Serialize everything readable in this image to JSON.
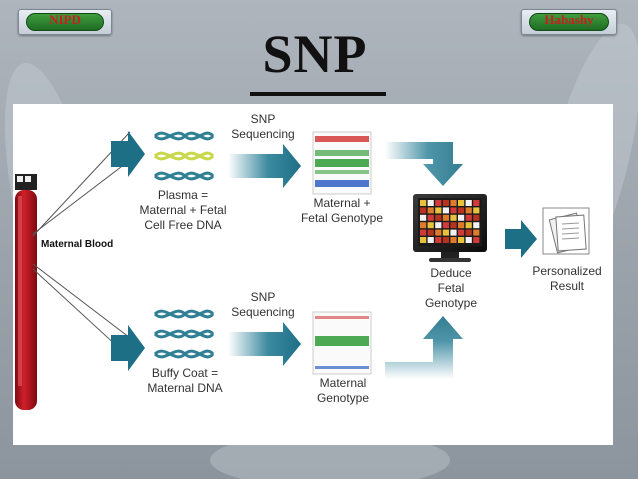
{
  "header": {
    "left_badge": "NIPD",
    "right_badge": "Habashy",
    "title": "SNP"
  },
  "diagram": {
    "maternal_blood": "Maternal Blood",
    "top": {
      "sequencing_line1": "SNP",
      "sequencing_line2": "Sequencing",
      "source_line1": "Plasma =",
      "source_line2": "Maternal + Fetal",
      "source_line3": "Cell Free DNA",
      "genotype_line1": "Maternal +",
      "genotype_line2": "Fetal Genotype"
    },
    "bottom": {
      "sequencing_line1": "SNP",
      "sequencing_line2": "Sequencing",
      "source_line1": "Buffy Coat =",
      "source_line2": "Maternal DNA",
      "genotype_line1": "Maternal",
      "genotype_line2": "Genotype"
    },
    "deduce_line1": "Deduce",
    "deduce_line2": "Fetal",
    "deduce_line3": "Genotype",
    "result_line1": "Personalized",
    "result_line2": "Result"
  },
  "colors": {
    "arrow": "#1d6f86",
    "dna_teal": "#2f7f95",
    "dna_yellow": "#c9d84a",
    "blood": "#b3121b",
    "plot_red": "#d23a3a",
    "plot_green": "#3aa040",
    "plot_blue": "#2f5fc2"
  }
}
